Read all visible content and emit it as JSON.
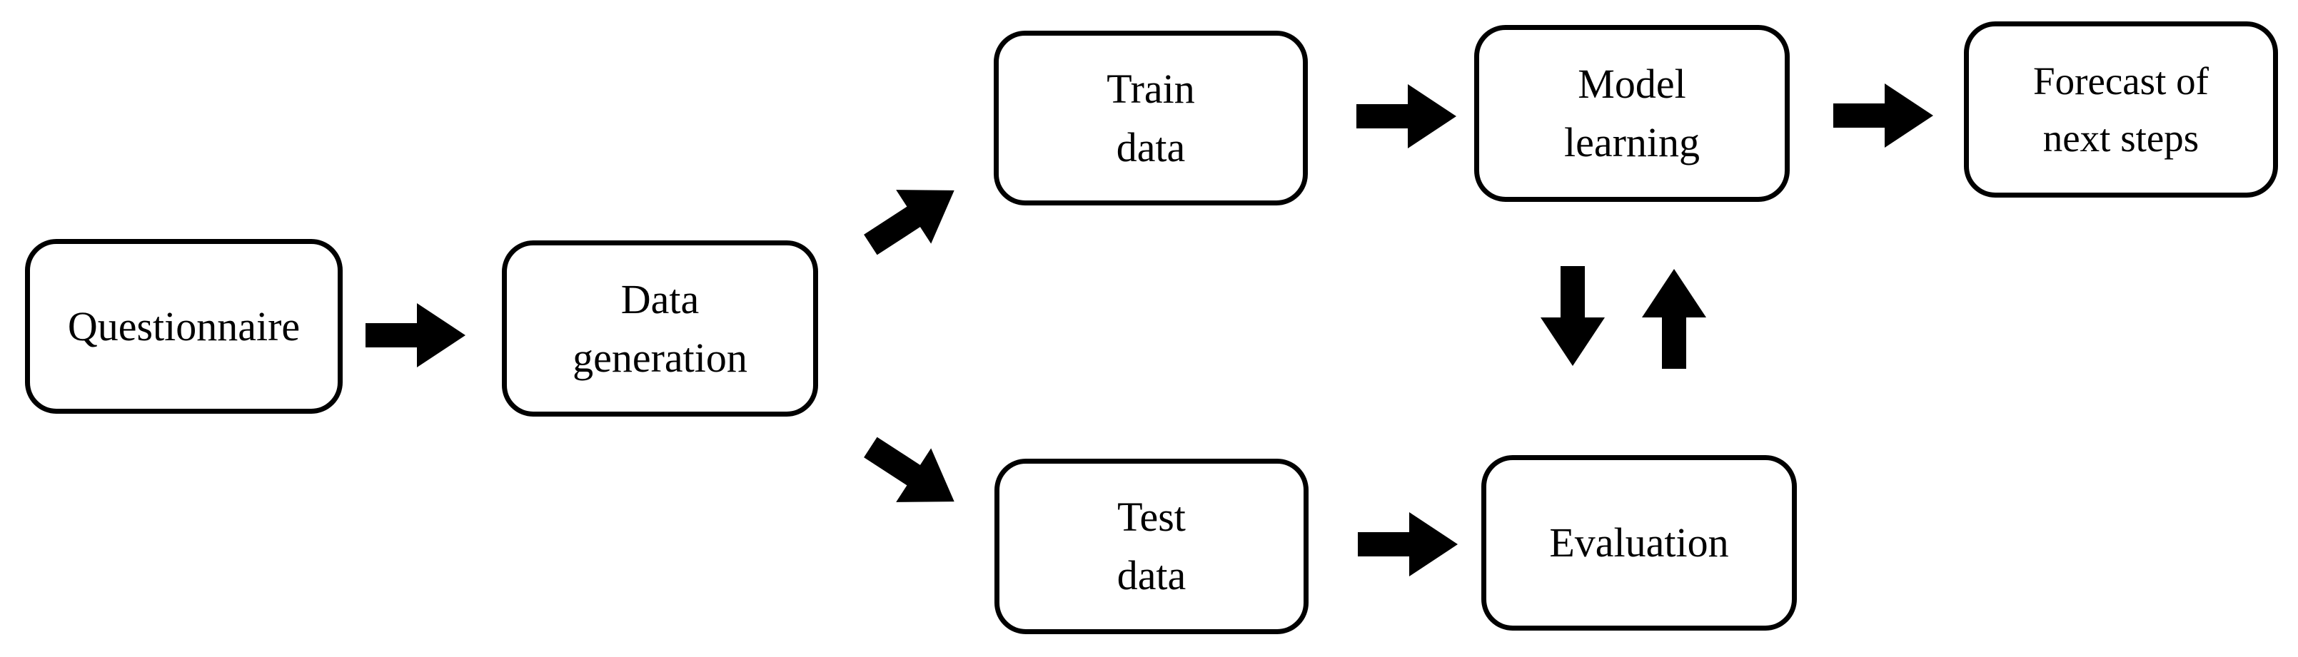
{
  "diagram": {
    "nodes": {
      "questionnaire": [
        "Questionnaire"
      ],
      "data_generation": [
        "Data",
        "generation"
      ],
      "train_data": [
        "Train",
        "data"
      ],
      "test_data": [
        "Test",
        "data"
      ],
      "model_learning": [
        "Model",
        "learning"
      ],
      "evaluation": [
        "Evaluation"
      ],
      "forecast": [
        "Forecast of",
        "next steps"
      ]
    },
    "edges": [
      {
        "from": "questionnaire",
        "to": "data_generation"
      },
      {
        "from": "data_generation",
        "to": "train_data"
      },
      {
        "from": "data_generation",
        "to": "test_data"
      },
      {
        "from": "train_data",
        "to": "model_learning"
      },
      {
        "from": "model_learning",
        "to": "forecast"
      },
      {
        "from": "test_data",
        "to": "evaluation"
      },
      {
        "from": "model_learning",
        "to": "evaluation"
      },
      {
        "from": "evaluation",
        "to": "model_learning"
      }
    ],
    "arrow_color": "#000000",
    "border_color": "#000000"
  }
}
